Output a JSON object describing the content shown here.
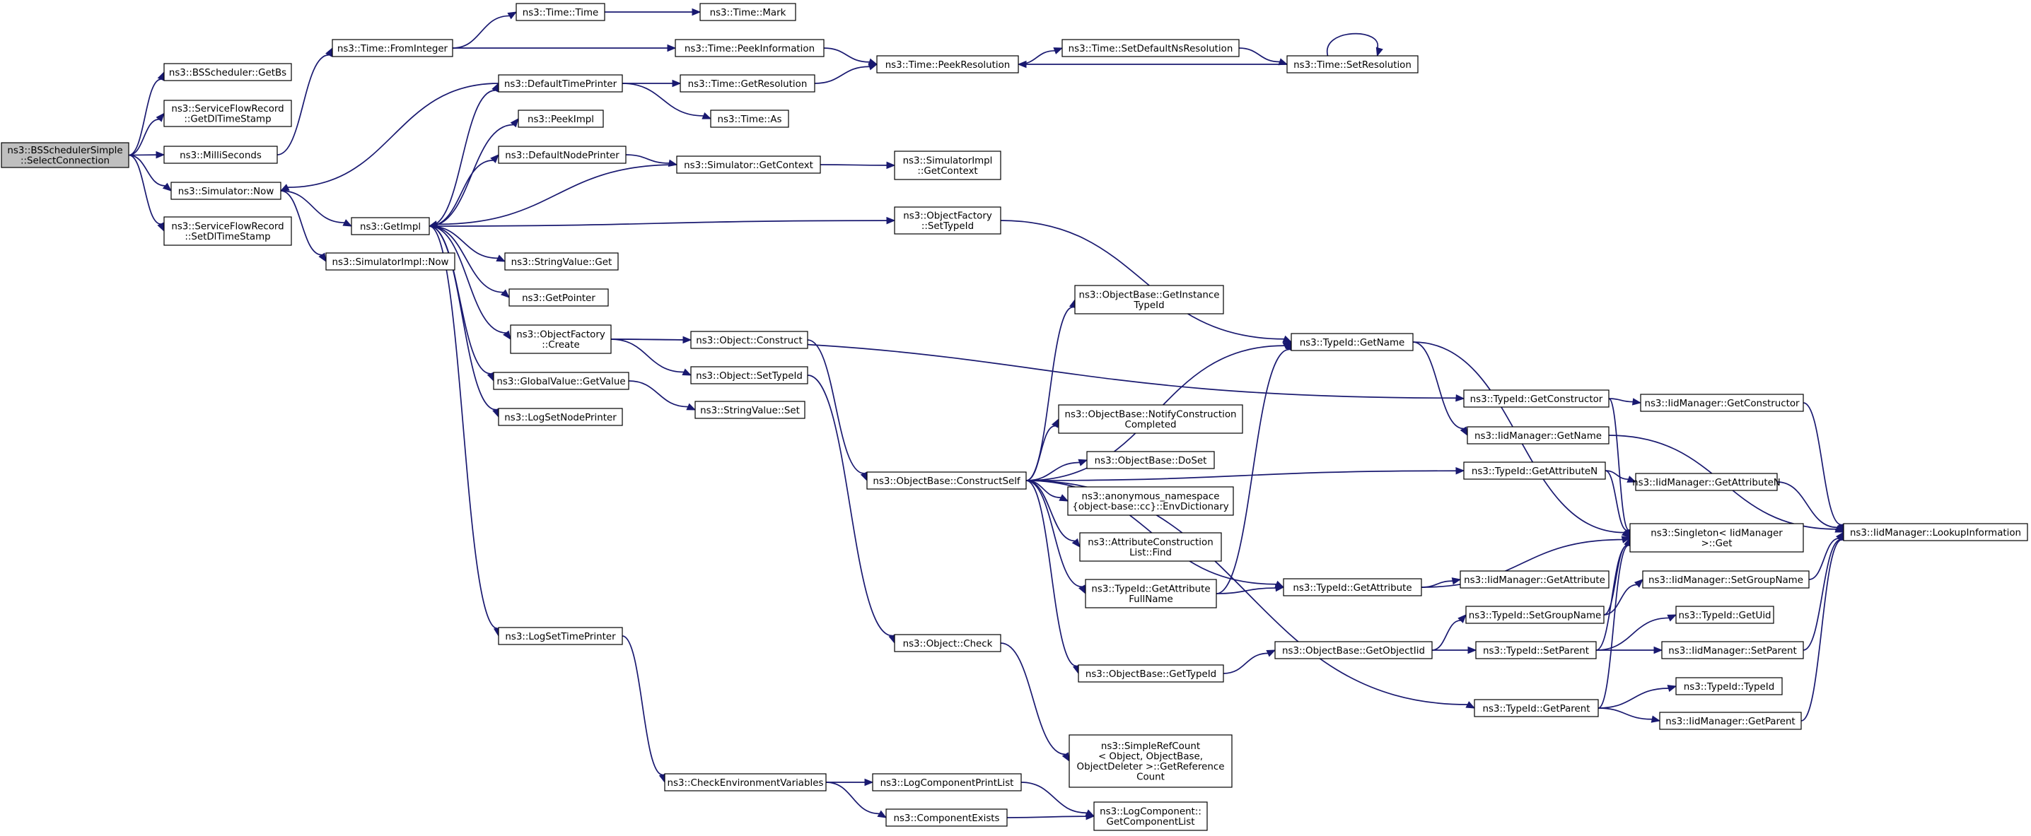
{
  "diagram": {
    "colors": {
      "edge": "#191970",
      "node_border": "#000000",
      "node_fill": "#ffffff",
      "root_fill": "#bfbfbf",
      "background": "#ffffff"
    },
    "nodes": [
      {
        "id": "root",
        "lines": [
          "ns3::BSSchedulerSimple",
          "::SelectConnection"
        ],
        "root": true
      },
      {
        "id": "getbs",
        "lines": [
          "ns3::BSScheduler::GetBs"
        ]
      },
      {
        "id": "getdl",
        "lines": [
          "ns3::ServiceFlowRecord",
          "::GetDlTimeStamp"
        ]
      },
      {
        "id": "milli",
        "lines": [
          "ns3::MilliSeconds"
        ]
      },
      {
        "id": "simnow",
        "lines": [
          "ns3::Simulator::Now"
        ]
      },
      {
        "id": "setdl",
        "lines": [
          "ns3::ServiceFlowRecord",
          "::SetDlTimeStamp"
        ]
      },
      {
        "id": "frominteger",
        "lines": [
          "ns3::Time::FromInteger"
        ]
      },
      {
        "id": "timetime",
        "lines": [
          "ns3::Time::Time"
        ]
      },
      {
        "id": "timemark",
        "lines": [
          "ns3::Time::Mark"
        ]
      },
      {
        "id": "peekinfo",
        "lines": [
          "ns3::Time::PeekInformation"
        ]
      },
      {
        "id": "peekres",
        "lines": [
          "ns3::Time::PeekResolution"
        ]
      },
      {
        "id": "setdefaultns",
        "lines": [
          "ns3::Time::SetDefaultNsResolution"
        ]
      },
      {
        "id": "setres",
        "lines": [
          "ns3::Time::SetResolution"
        ]
      },
      {
        "id": "deftimeprinter",
        "lines": [
          "ns3::DefaultTimePrinter"
        ]
      },
      {
        "id": "getres",
        "lines": [
          "ns3::Time::GetResolution"
        ]
      },
      {
        "id": "timeas",
        "lines": [
          "ns3::Time::As"
        ]
      },
      {
        "id": "peekimpl",
        "lines": [
          "ns3::PeekImpl"
        ]
      },
      {
        "id": "defnodeprinter",
        "lines": [
          "ns3::DefaultNodePrinter"
        ]
      },
      {
        "id": "simgetctx",
        "lines": [
          "ns3::Simulator::GetContext"
        ]
      },
      {
        "id": "simimplgetctx",
        "lines": [
          "ns3::SimulatorImpl",
          "::GetContext"
        ]
      },
      {
        "id": "getimpl",
        "lines": [
          "ns3::GetImpl"
        ]
      },
      {
        "id": "simimplnow",
        "lines": [
          "ns3::SimulatorImpl::Now"
        ]
      },
      {
        "id": "ofsettypeid",
        "lines": [
          "ns3::ObjectFactory",
          "::SetTypeId"
        ]
      },
      {
        "id": "stringvalueget",
        "lines": [
          "ns3::StringValue::Get"
        ]
      },
      {
        "id": "getpointer",
        "lines": [
          "ns3::GetPointer"
        ]
      },
      {
        "id": "ofcreate",
        "lines": [
          "ns3::ObjectFactory",
          "::Create"
        ]
      },
      {
        "id": "objconstruct",
        "lines": [
          "ns3::Object::Construct"
        ]
      },
      {
        "id": "objsettypeid",
        "lines": [
          "ns3::Object::SetTypeId"
        ]
      },
      {
        "id": "gvgetvalue",
        "lines": [
          "ns3::GlobalValue::GetValue"
        ]
      },
      {
        "id": "stringvalueset",
        "lines": [
          "ns3::StringValue::Set"
        ]
      },
      {
        "id": "logsetnodeprinter",
        "lines": [
          "ns3::LogSetNodePrinter"
        ]
      },
      {
        "id": "logsettimeprinter",
        "lines": [
          "ns3::LogSetTimePrinter"
        ]
      },
      {
        "id": "checkenv",
        "lines": [
          "ns3::CheckEnvironmentVariables"
        ]
      },
      {
        "id": "logcompprintlist",
        "lines": [
          "ns3::LogComponentPrintList"
        ]
      },
      {
        "id": "compexists",
        "lines": [
          "ns3::ComponentExists"
        ]
      },
      {
        "id": "lcgetcomplist",
        "lines": [
          "ns3::LogComponent::",
          "GetComponentList"
        ]
      },
      {
        "id": "objcheck",
        "lines": [
          "ns3::Object::Check"
        ]
      },
      {
        "id": "simplerefcount",
        "lines": [
          "ns3::SimpleRefCount",
          "< Object, ObjectBase,",
          "ObjectDeleter >::GetReference",
          "Count"
        ]
      },
      {
        "id": "constructself",
        "lines": [
          "ns3::ObjectBase::ConstructSelf"
        ]
      },
      {
        "id": "obgetinstance",
        "lines": [
          "ns3::ObjectBase::GetInstance",
          "TypeId"
        ]
      },
      {
        "id": "obnotify",
        "lines": [
          "ns3::ObjectBase::NotifyConstruction",
          "Completed"
        ]
      },
      {
        "id": "obdoset",
        "lines": [
          "ns3::ObjectBase::DoSet"
        ]
      },
      {
        "id": "anonenv",
        "lines": [
          "ns3::anonymous_namespace",
          "{object-base::cc}::EnvDictionary"
        ]
      },
      {
        "id": "attrconstrfind",
        "lines": [
          "ns3::AttributeConstruction",
          "List::Find"
        ]
      },
      {
        "id": "tidgetattrfull",
        "lines": [
          "ns3::TypeId::GetAttribute",
          "FullName"
        ]
      },
      {
        "id": "obgettypeid",
        "lines": [
          "ns3::ObjectBase::GetTypeId"
        ]
      },
      {
        "id": "tidgetname",
        "lines": [
          "ns3::TypeId::GetName"
        ]
      },
      {
        "id": "tidgetconstructor",
        "lines": [
          "ns3::TypeId::GetConstructor"
        ]
      },
      {
        "id": "iidgetconstructor",
        "lines": [
          "ns3::IidManager::GetConstructor"
        ]
      },
      {
        "id": "iidgetname",
        "lines": [
          "ns3::IidManager::GetName"
        ]
      },
      {
        "id": "tidgetattrn",
        "lines": [
          "ns3::TypeId::GetAttributeN"
        ]
      },
      {
        "id": "iidgetattrn",
        "lines": [
          "ns3::IidManager::GetAttributeN"
        ]
      },
      {
        "id": "singletonget",
        "lines": [
          "ns3::Singleton< IidManager",
          ">::Get"
        ]
      },
      {
        "id": "iidlookup",
        "lines": [
          "ns3::IidManager::LookupInformation"
        ]
      },
      {
        "id": "tidgetattr",
        "lines": [
          "ns3::TypeId::GetAttribute"
        ]
      },
      {
        "id": "iidgetattr",
        "lines": [
          "ns3::IidManager::GetAttribute"
        ]
      },
      {
        "id": "tidsetgroupname",
        "lines": [
          "ns3::TypeId::SetGroupName"
        ]
      },
      {
        "id": "iidsetgroupname",
        "lines": [
          "ns3::IidManager::SetGroupName"
        ]
      },
      {
        "id": "obgetobjectiid",
        "lines": [
          "ns3::ObjectBase::GetObjectIid"
        ]
      },
      {
        "id": "tidsetparent",
        "lines": [
          "ns3::TypeId::SetParent"
        ]
      },
      {
        "id": "tidgetuid",
        "lines": [
          "ns3::TypeId::GetUid"
        ]
      },
      {
        "id": "iidsetparent",
        "lines": [
          "ns3::IidManager::SetParent"
        ]
      },
      {
        "id": "tidgetparent",
        "lines": [
          "ns3::TypeId::GetParent"
        ]
      },
      {
        "id": "tidtypeid",
        "lines": [
          "ns3::TypeId::TypeId"
        ]
      },
      {
        "id": "iidgetparent",
        "lines": [
          "ns3::IidManager::GetParent"
        ]
      }
    ],
    "edges": [
      [
        "root",
        "getbs"
      ],
      [
        "root",
        "getdl"
      ],
      [
        "root",
        "milli"
      ],
      [
        "root",
        "simnow"
      ],
      [
        "root",
        "setdl"
      ],
      [
        "milli",
        "frominteger"
      ],
      [
        "frominteger",
        "timetime"
      ],
      [
        "frominteger",
        "peekinfo"
      ],
      [
        "timetime",
        "timemark"
      ],
      [
        "peekinfo",
        "peekres"
      ],
      [
        "peekres",
        "setdefaultns"
      ],
      [
        "setdefaultns",
        "setres"
      ],
      [
        "setres",
        "peekres"
      ],
      [
        "setres",
        "setres"
      ],
      [
        "deftimeprinter",
        "getres"
      ],
      [
        "deftimeprinter",
        "timeas"
      ],
      [
        "deftimeprinter",
        "simnow"
      ],
      [
        "getres",
        "peekres"
      ],
      [
        "simnow",
        "getimpl"
      ],
      [
        "simnow",
        "simimplnow"
      ],
      [
        "getimpl",
        "deftimeprinter"
      ],
      [
        "getimpl",
        "peekimpl"
      ],
      [
        "getimpl",
        "defnodeprinter"
      ],
      [
        "getimpl",
        "ofsettypeid"
      ],
      [
        "getimpl",
        "stringvalueget"
      ],
      [
        "getimpl",
        "getpointer"
      ],
      [
        "getimpl",
        "ofcreate"
      ],
      [
        "getimpl",
        "gvgetvalue"
      ],
      [
        "getimpl",
        "logsetnodeprinter"
      ],
      [
        "getimpl",
        "logsettimeprinter"
      ],
      [
        "defnodeprinter",
        "simgetctx"
      ],
      [
        "simgetctx",
        "simimplgetctx"
      ],
      [
        "simgetctx",
        "getimpl"
      ],
      [
        "ofsettypeid",
        "tidgetname"
      ],
      [
        "ofcreate",
        "objconstruct"
      ],
      [
        "ofcreate",
        "objsettypeid"
      ],
      [
        "ofcreate",
        "tidgetconstructor"
      ],
      [
        "gvgetvalue",
        "stringvalueset"
      ],
      [
        "objconstruct",
        "constructself"
      ],
      [
        "objsettypeid",
        "objcheck"
      ],
      [
        "logsettimeprinter",
        "checkenv"
      ],
      [
        "checkenv",
        "logcompprintlist"
      ],
      [
        "checkenv",
        "compexists"
      ],
      [
        "logcompprintlist",
        "lcgetcomplist"
      ],
      [
        "compexists",
        "lcgetcomplist"
      ],
      [
        "objcheck",
        "simplerefcount"
      ],
      [
        "constructself",
        "obgetinstance"
      ],
      [
        "constructself",
        "tidgetname"
      ],
      [
        "constructself",
        "tidgetattrn"
      ],
      [
        "constructself",
        "obnotify"
      ],
      [
        "constructself",
        "obdoset"
      ],
      [
        "constructself",
        "anonenv"
      ],
      [
        "constructself",
        "attrconstrfind"
      ],
      [
        "constructself",
        "tidgetattrfull"
      ],
      [
        "constructself",
        "tidgetattr"
      ],
      [
        "constructself",
        "obgettypeid"
      ],
      [
        "constructself",
        "tidgetparent"
      ],
      [
        "tidgetattrfull",
        "tidgetname"
      ],
      [
        "tidgetattrfull",
        "tidgetattr"
      ],
      [
        "tidgetname",
        "iidgetname"
      ],
      [
        "tidgetname",
        "singletonget"
      ],
      [
        "tidgetconstructor",
        "iidgetconstructor"
      ],
      [
        "tidgetconstructor",
        "singletonget"
      ],
      [
        "iidgetconstructor",
        "iidlookup"
      ],
      [
        "iidgetname",
        "iidlookup"
      ],
      [
        "tidgetattrn",
        "iidgetattrn"
      ],
      [
        "tidgetattrn",
        "singletonget"
      ],
      [
        "iidgetattrn",
        "iidlookup"
      ],
      [
        "tidgetattr",
        "iidgetattr"
      ],
      [
        "tidgetattr",
        "singletonget"
      ],
      [
        "obgettypeid",
        "obgetobjectiid"
      ],
      [
        "obgetobjectiid",
        "tidsetgroupname"
      ],
      [
        "obgetobjectiid",
        "tidsetparent"
      ],
      [
        "tidsetgroupname",
        "iidsetgroupname"
      ],
      [
        "tidsetgroupname",
        "singletonget"
      ],
      [
        "iidsetgroupname",
        "iidlookup"
      ],
      [
        "tidsetparent",
        "tidgetuid"
      ],
      [
        "tidsetparent",
        "iidsetparent"
      ],
      [
        "tidsetparent",
        "singletonget"
      ],
      [
        "iidsetparent",
        "iidlookup"
      ],
      [
        "tidgetparent",
        "tidtypeid"
      ],
      [
        "tidgetparent",
        "iidgetparent"
      ],
      [
        "tidgetparent",
        "singletonget"
      ],
      [
        "iidgetparent",
        "iidlookup"
      ]
    ]
  }
}
